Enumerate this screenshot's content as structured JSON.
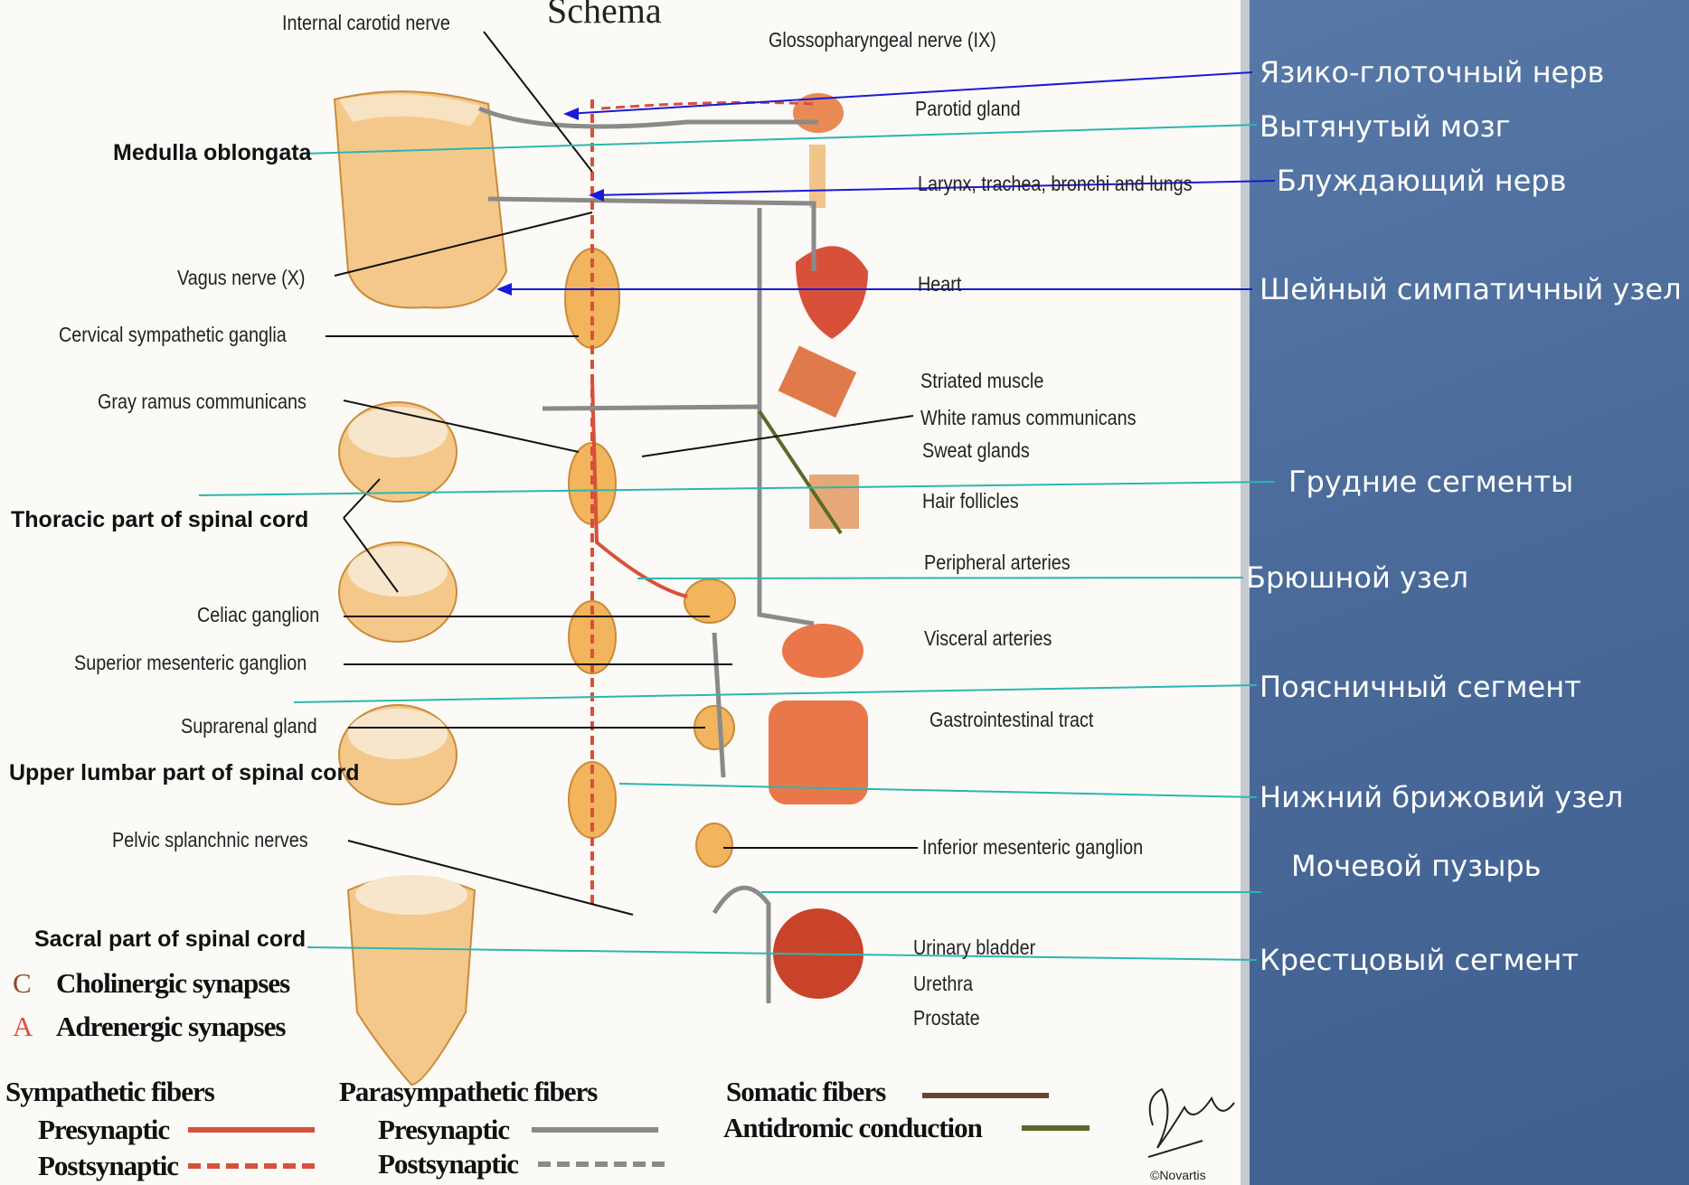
{
  "diagram": {
    "title": "Schema",
    "labels": {
      "internal_carotid": "Internal carotid nerve",
      "glossopharyngeal": "Glossopharyngeal nerve (IX)",
      "parotid": "Parotid gland",
      "medulla": "Medulla oblongata",
      "larynx": "Larynx, trachea, bronchi and lungs",
      "vagus": "Vagus nerve (X)",
      "heart": "Heart",
      "cervical_ganglia": "Cervical sympathetic ganglia",
      "striated": "Striated muscle",
      "gray_ramus": "Gray ramus communicans",
      "white_ramus": "White ramus communicans",
      "sweat": "Sweat glands",
      "hair": "Hair follicles",
      "thoracic": "Thoracic part of spinal cord",
      "peripheral_arteries": "Peripheral arteries",
      "celiac": "Celiac ganglion",
      "visceral_arteries": "Visceral arteries",
      "superior_mesenteric": "Superior mesenteric ganglion",
      "gi_tract": "Gastrointestinal tract",
      "suprarenal": "Suprarenal gland",
      "upper_lumbar": "Upper lumbar part of spinal cord",
      "pelvic_splanchnic": "Pelvic splanchnic nerves",
      "inferior_mesenteric": "Inferior mesenteric ganglion",
      "sacral": "Sacral part of spinal cord",
      "bladder": "Urinary bladder",
      "urethra": "Urethra",
      "prostate": "Prostate"
    },
    "synapse_legend": {
      "c_letter": "C",
      "cholinergic": "Cholinergic synapses",
      "a_letter": "A",
      "adrenergic": "Adrenergic synapses"
    },
    "fiber_legend": {
      "sympathetic": "Sympathetic fibers",
      "sym_pre": "Presynaptic",
      "sym_post": "Postsynaptic",
      "parasympathetic": "Parasympathetic fibers",
      "para_pre": "Presynaptic",
      "para_post": "Postsynaptic",
      "somatic": "Somatic fibers",
      "antidromic": "Antidromic conduction"
    },
    "credit": "©Novartis",
    "colors": {
      "sympathetic": "#d9503a",
      "parasympathetic": "#8a8a8a",
      "somatic": "#6b4030",
      "antidromic": "#5a6a2a",
      "tissue": "#f0b86a"
    }
  },
  "russian_labels": [
    "Язико-глоточный нерв",
    "Вытянутый мозг",
    "Блуждающий нерв",
    "Шейный симпатичный узел",
    "Грудние сегменты",
    "Брюшной узел",
    "Поясничный сегмент",
    "Нижний брижовий узел",
    "Мочевой пузырь",
    "Крестцовый сегмент"
  ]
}
